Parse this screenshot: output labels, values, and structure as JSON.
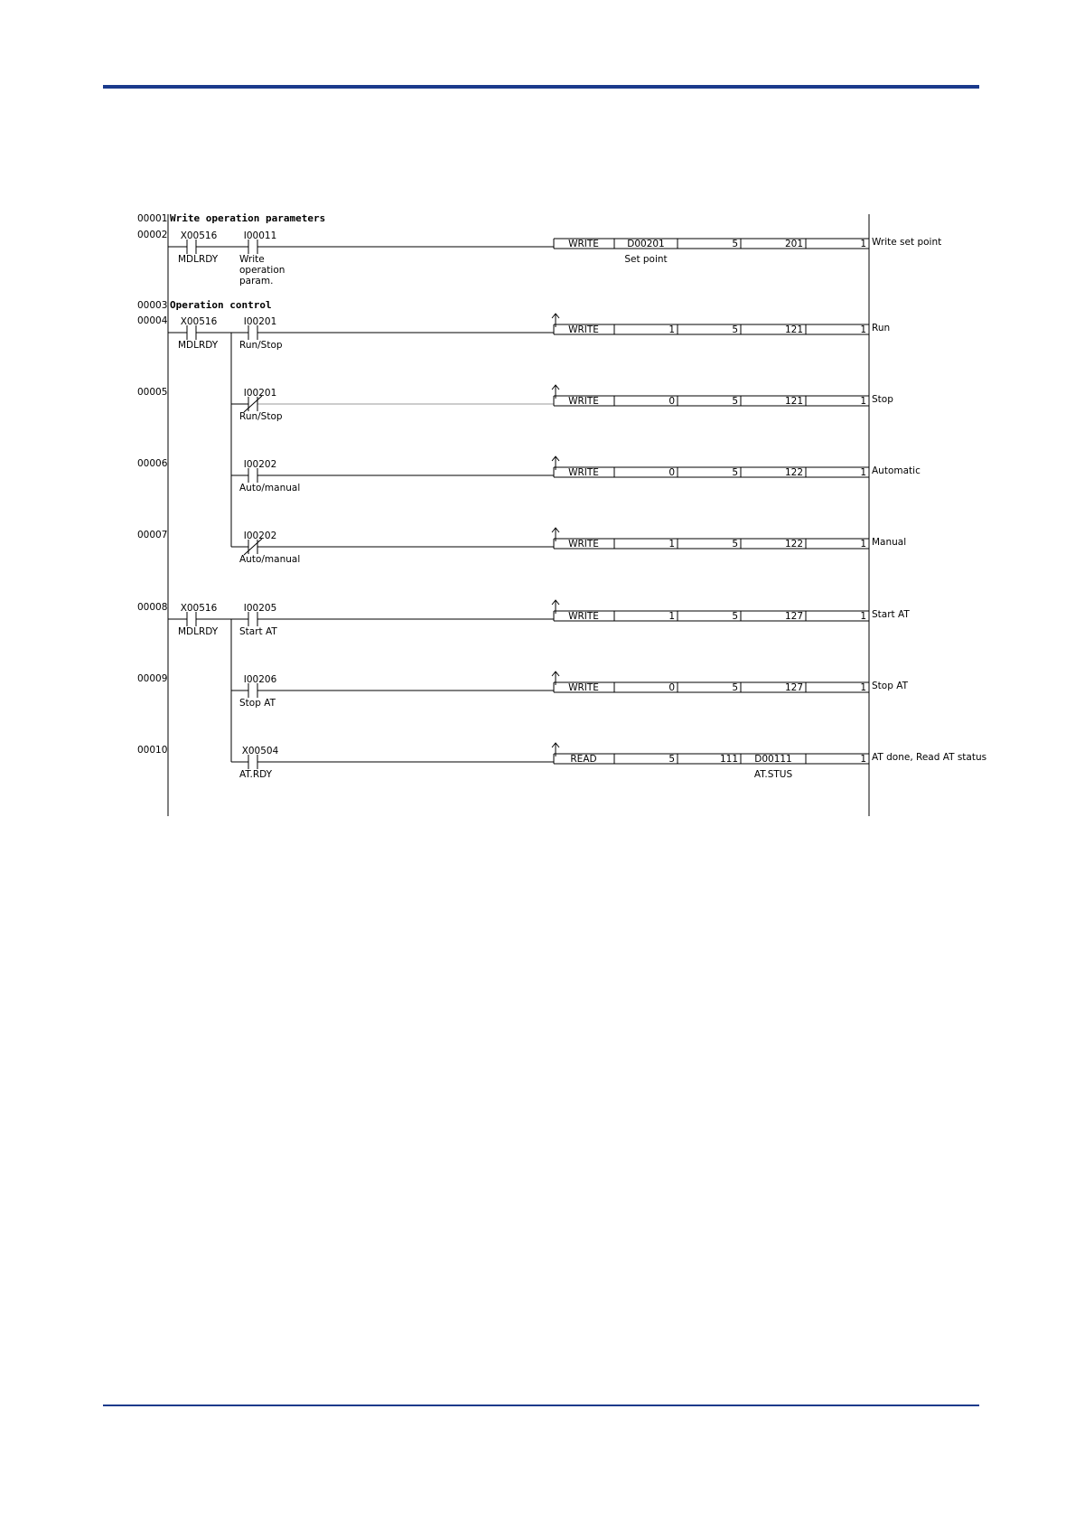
{
  "page": {
    "colors": {
      "rule": "#1a3a8c",
      "line": "#000000",
      "grey_line": "#999999"
    }
  },
  "comments": [
    {
      "step": "00001",
      "text": "Write operation parameters"
    },
    {
      "step": "00003",
      "text": "Operation control"
    }
  ],
  "rungs": [
    {
      "step": "00002",
      "contacts": [
        {
          "device": "X00516",
          "label": "MDLRDY",
          "type": "NO"
        },
        {
          "device": "I00011",
          "label": "Write operation param.",
          "type": "NO"
        }
      ],
      "edge": false,
      "instruction": {
        "name": "WRITE",
        "args": [
          "D00201",
          "5",
          "201",
          "1"
        ],
        "arg_label": "Set point",
        "arg_label_col": 0
      },
      "output_comment": "Write set point"
    },
    {
      "step": "00004",
      "contacts": [
        {
          "device": "X00516",
          "label": "MDLRDY",
          "type": "NO"
        },
        {
          "device": "I00201",
          "label": "Run/Stop",
          "type": "NO"
        }
      ],
      "edge": true,
      "instruction": {
        "name": "WRITE",
        "args": [
          "1",
          "5",
          "121",
          "1"
        ]
      },
      "output_comment": "Run"
    },
    {
      "step": "00005",
      "contacts": [
        {
          "device": "I00201",
          "label": "Run/Stop",
          "type": "NC"
        }
      ],
      "edge": true,
      "instruction": {
        "name": "WRITE",
        "args": [
          "0",
          "5",
          "121",
          "1"
        ]
      },
      "output_comment": "Stop"
    },
    {
      "step": "00006",
      "contacts": [
        {
          "device": "I00202",
          "label": "Auto/manual",
          "type": "NO"
        }
      ],
      "edge": true,
      "instruction": {
        "name": "WRITE",
        "args": [
          "0",
          "5",
          "122",
          "1"
        ]
      },
      "output_comment": "Automatic"
    },
    {
      "step": "00007",
      "contacts": [
        {
          "device": "I00202",
          "label": "Auto/manual",
          "type": "NC"
        }
      ],
      "edge": true,
      "instruction": {
        "name": "WRITE",
        "args": [
          "1",
          "5",
          "122",
          "1"
        ]
      },
      "output_comment": "Manual"
    },
    {
      "step": "00008",
      "contacts": [
        {
          "device": "X00516",
          "label": "MDLRDY",
          "type": "NO"
        },
        {
          "device": "I00205",
          "label": "Start AT",
          "type": "NO"
        }
      ],
      "edge": true,
      "instruction": {
        "name": "WRITE",
        "args": [
          "1",
          "5",
          "127",
          "1"
        ]
      },
      "output_comment": "Start AT"
    },
    {
      "step": "00009",
      "contacts": [
        {
          "device": "I00206",
          "label": "Stop AT",
          "type": "NO"
        }
      ],
      "edge": true,
      "instruction": {
        "name": "WRITE",
        "args": [
          "0",
          "5",
          "127",
          "1"
        ]
      },
      "output_comment": "Stop AT"
    },
    {
      "step": "00010",
      "contacts": [
        {
          "device": "X00504",
          "label": "AT.RDY",
          "type": "NO"
        }
      ],
      "edge": true,
      "instruction": {
        "name": "READ",
        "args": [
          "5",
          "111",
          "D00111",
          "1"
        ],
        "arg_label": "AT.STUS",
        "arg_label_col": 2
      },
      "output_comment": "AT done, Read AT status"
    }
  ]
}
